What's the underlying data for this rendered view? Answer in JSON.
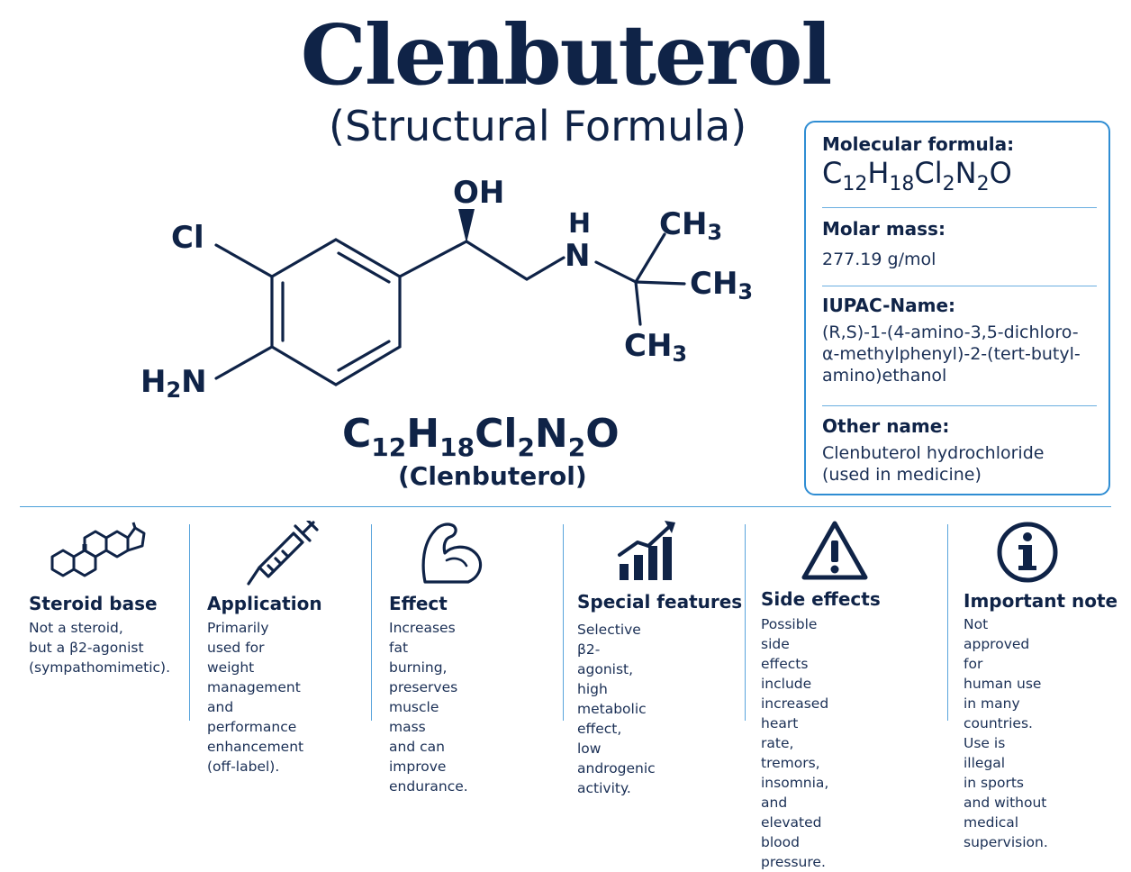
{
  "title": "Clenbuterol",
  "subtitle": "(Structural Formula)",
  "molecule": {
    "atom_oh": "OH",
    "atom_cl": "Cl",
    "atom_h": "H",
    "atom_n": "N",
    "atom_h2n_h": "H",
    "atom_h2n_sub": "2",
    "atom_h2n_n": "N",
    "ch3_c": "CH",
    "ch3_sub": "3",
    "formula_parts": [
      "C",
      "12",
      "H",
      "18",
      "Cl",
      "2",
      "N",
      "2",
      "O"
    ],
    "name": "(Clenbuterol)"
  },
  "info": {
    "molecular_formula_label": "Molecular formula:",
    "molar_mass_label": "Molar mass:",
    "molar_mass_value": "277.19 g/mol",
    "iupac_label": "IUPAC-Name:",
    "iupac_lines": [
      "(R,S)-1-(4-amino-3,5-dichloro-",
      "α-methylphenyl)-2-(tert-butyl-",
      "amino)ethanol"
    ],
    "other_name_label": "Other name:",
    "other_name_lines": [
      "Clenbuterol hydrochloride",
      "(used in medicine)"
    ]
  },
  "features": [
    {
      "icon": "steroid-structure-icon",
      "title": "Steroid base",
      "lines": [
        "Not a steroid,",
        "but a β2-agonist",
        "(sympathomimetic)."
      ]
    },
    {
      "icon": "syringe-icon",
      "title": "Application",
      "lines": [
        "Primarily used for",
        "weight management",
        "and performance",
        "enhancement (off-label)."
      ]
    },
    {
      "icon": "flexed-arm-icon",
      "title": "Effect",
      "lines": [
        "Increases fat burning,",
        "preserves muscle mass",
        "and can improve",
        "endurance."
      ]
    },
    {
      "icon": "growth-chart-icon",
      "title": "Special features",
      "lines": [
        "Selective β2-agonist,",
        "high metabolic effect,",
        "low androgenic activity."
      ]
    },
    {
      "icon": "warning-triangle-icon",
      "title": "Side effects",
      "lines": [
        "Possible side effects",
        "include increased heart",
        "rate, tremors, insomnia,",
        "and elevated blood",
        "pressure."
      ]
    },
    {
      "icon": "info-circle-icon",
      "title": "Important note",
      "lines": [
        "Not approved for",
        "human use in many",
        "countries. Use is illegal",
        "in sports and without",
        "medical supervision."
      ]
    }
  ],
  "colors": {
    "navy": "#0f2347",
    "accent_blue": "#2f8dd3"
  }
}
